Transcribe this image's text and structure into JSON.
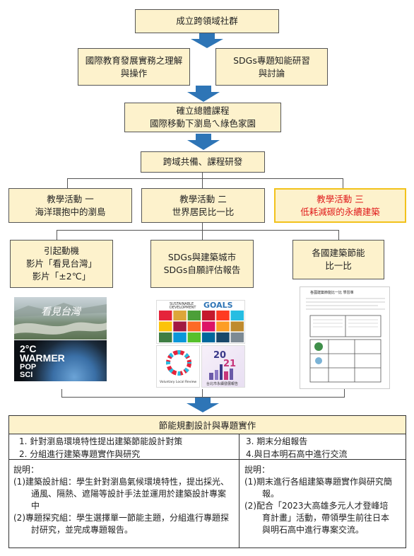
{
  "top": "成立跨領域社群",
  "level2": {
    "left": [
      "國際教育發展實務之理解",
      "與操作"
    ],
    "right": [
      "SDGs專題知能研習",
      "與討論"
    ]
  },
  "curriculum": [
    "確立總體課程",
    "國際移動下瀏島ㄟ綠色家園"
  ],
  "prep": "跨域共備、課程研發",
  "activities": [
    {
      "title": "教學活動 一",
      "sub": "海洋環抱中的瀏島"
    },
    {
      "title": "教學活動 二",
      "sub": "世界居民比一比"
    },
    {
      "title": "教學活動 三",
      "sub": "低耗減碳的永續建築"
    }
  ],
  "subs": [
    {
      "lines": [
        "引起動機",
        "影片「看見台灣」",
        "影片「±2℃」"
      ]
    },
    {
      "lines": [
        "SDGs與建築城市",
        "SDGs自願評估報告"
      ]
    },
    {
      "lines": [
        "各國建築節能",
        "比一比"
      ]
    }
  ],
  "images": {
    "taiwan_title": "看見台灣",
    "warmer": [
      "2°C",
      "WARMER"
    ],
    "popsci": [
      "POP",
      "SCI"
    ],
    "sdg_header": [
      "SUSTAINABLE",
      "DEVELOPMENT"
    ],
    "sdg_goals": "GOALS",
    "vlr": "Voluntary Local Review",
    "report_year": "20",
    "report_year2": "21",
    "report_caption": "台北市永續發展報告",
    "worksheet_title": "各國建築節能比一比  學習單"
  },
  "colors": {
    "box_fill": "#fdf2cc",
    "arrow": "#2e75b6",
    "highlight_border": "#f2c21b",
    "highlight_text": "#e0191a"
  },
  "plan": {
    "title": "節能規劃設計與專題實作",
    "left_items": [
      "1. 針對瀏島環境特性提出建築節能設計對策",
      "2. 分組進行建築專題實作與研究"
    ],
    "right_items": [
      "3. 期末分組報告",
      "4.與日本明石高中進行交流"
    ],
    "left_note": {
      "title": "說明：",
      "items": [
        "(1)建築設計組：學生針對瀏島氣候環境特性，提出採光、通風、隔熱、遮陽等設計手法並運用於建築設計專案中",
        "(2)專題探究組：學生選擇單一節能主題，分組進行專題探討研究，並完成專題報告。"
      ]
    },
    "right_note": {
      "title": "說明：",
      "items": [
        "(1)期末進行各組建築專題實作與研究簡報。",
        "(2)配合「2023大高雄多元人才登峰培育計畫」活動，帶領學生前往日本與明石高中進行專案交流。"
      ]
    }
  }
}
